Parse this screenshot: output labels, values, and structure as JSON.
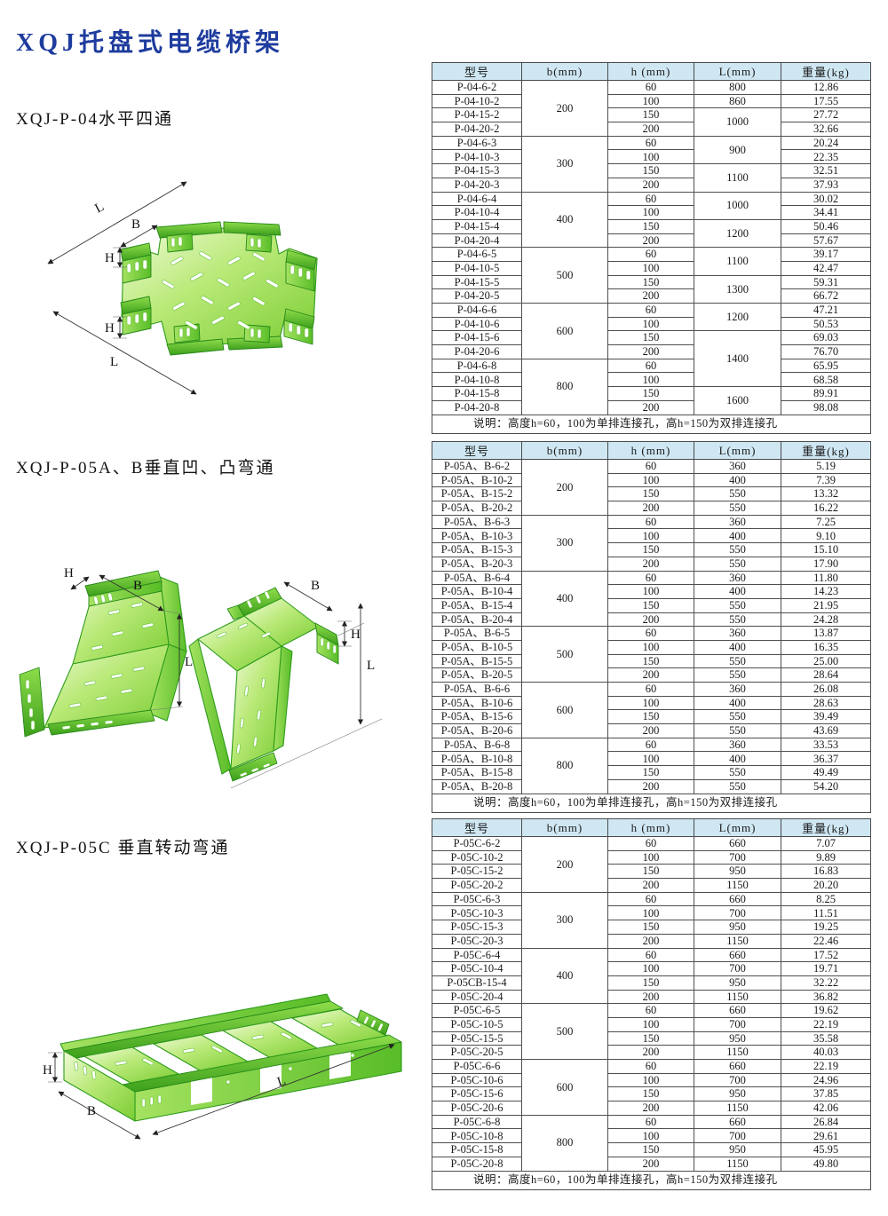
{
  "title": "XQJ托盘式电缆桥架",
  "title_color": "#1e3c9e",
  "header_bg": "#cfe7f3",
  "tray_green": "#8ad43f",
  "sections": [
    {
      "heading": "XQJ-P-04水平四通",
      "illustration": "horizontal-four-way-cross-tray",
      "dims": {
        "l_top": "L",
        "b": "B",
        "h_upper": "H",
        "h_lower": "H",
        "l_bottom": "L"
      }
    },
    {
      "heading": "XQJ-P-05A、B垂直凹、凸弯通",
      "illustration": "vertical-concave-and-convex-elbow-trays",
      "dims": {
        "left_h": "H",
        "left_b": "B",
        "left_l": "L",
        "right_b": "B",
        "right_h": "H",
        "right_l": "L"
      }
    },
    {
      "heading": "XQJ-P-05C 垂直转动弯通",
      "illustration": "vertical-turning-elbow-tray",
      "dims": {
        "h": "H",
        "b": "B",
        "l": "L"
      }
    }
  ],
  "tables": [
    {
      "id": "p04",
      "headers": [
        "型号",
        "b(mm)",
        "h (mm)",
        "L(mm)",
        "重量(kg)"
      ],
      "rows": [
        [
          "P-04-6-2",
          {
            "t": "200",
            "rs": 4
          },
          "60",
          "800",
          "12.86"
        ],
        [
          "P-04-10-2",
          "100",
          "860",
          "17.55"
        ],
        [
          "P-04-15-2",
          "150",
          {
            "t": "1000",
            "rs": 2
          },
          "27.72"
        ],
        [
          "P-04-20-2",
          "200",
          "32.66"
        ],
        [
          "P-04-6-3",
          {
            "t": "300",
            "rs": 4
          },
          "60",
          {
            "t": "900",
            "rs": 2
          },
          "20.24"
        ],
        [
          "P-04-10-3",
          "100",
          "22.35"
        ],
        [
          "P-04-15-3",
          "150",
          {
            "t": "1100",
            "rs": 2
          },
          "32.51"
        ],
        [
          "P-04-20-3",
          "200",
          "37.93"
        ],
        [
          "P-04-6-4",
          {
            "t": "400",
            "rs": 4
          },
          "60",
          {
            "t": "1000",
            "rs": 2
          },
          "30.02"
        ],
        [
          "P-04-10-4",
          "100",
          "34.41"
        ],
        [
          "P-04-15-4",
          "150",
          {
            "t": "1200",
            "rs": 2
          },
          "50.46"
        ],
        [
          "P-04-20-4",
          "200",
          "57.67"
        ],
        [
          "P-04-6-5",
          {
            "t": "500",
            "rs": 4
          },
          "60",
          {
            "t": "1100",
            "rs": 2
          },
          "39.17"
        ],
        [
          "P-04-10-5",
          "100",
          "42.47"
        ],
        [
          "P-04-15-5",
          "150",
          {
            "t": "1300",
            "rs": 2
          },
          "59.31"
        ],
        [
          "P-04-20-5",
          "200",
          "66.72"
        ],
        [
          "P-04-6-6",
          {
            "t": "600",
            "rs": 4
          },
          "60",
          {
            "t": "1200",
            "rs": 2
          },
          "47.21"
        ],
        [
          "P-04-10-6",
          "100",
          "50.53"
        ],
        [
          "P-04-15-6",
          "150",
          {
            "t": "1400",
            "rs": 4
          },
          "69.03"
        ],
        [
          "P-04-20-6",
          "200",
          "76.70"
        ],
        [
          "P-04-6-8",
          {
            "t": "800",
            "rs": 4
          },
          "60",
          "65.95"
        ],
        [
          "P-04-10-8",
          "100",
          "68.58"
        ],
        [
          "P-04-15-8",
          "150",
          {
            "t": "1600",
            "rs": 2
          },
          "89.91"
        ],
        [
          "P-04-20-8",
          "200",
          "98.08"
        ]
      ],
      "note": "说明：高度h=60，100为单排连接孔，高h=150为双排连接孔"
    },
    {
      "id": "p05ab",
      "headers": [
        "型号",
        "b(mm)",
        "h (mm)",
        "L(mm)",
        "重量(kg)"
      ],
      "rows": [
        [
          "P-05A、B-6-2",
          {
            "t": "200",
            "rs": 4
          },
          "60",
          "360",
          "5.19"
        ],
        [
          "P-05A、B-10-2",
          "100",
          "400",
          "7.39"
        ],
        [
          "P-05A、B-15-2",
          "150",
          "550",
          "13.32"
        ],
        [
          "P-05A、B-20-2",
          "200",
          "550",
          "16.22"
        ],
        [
          "P-05A、B-6-3",
          {
            "t": "300",
            "rs": 4
          },
          "60",
          "360",
          "7.25"
        ],
        [
          "P-05A、B-10-3",
          "100",
          "400",
          "9.10"
        ],
        [
          "P-05A、B-15-3",
          "150",
          "550",
          "15.10"
        ],
        [
          "P-05A、B-20-3",
          "200",
          "550",
          "17.90"
        ],
        [
          "P-05A、B-6-4",
          {
            "t": "400",
            "rs": 4
          },
          "60",
          "360",
          "11.80"
        ],
        [
          "P-05A、B-10-4",
          "100",
          "400",
          "14.23"
        ],
        [
          "P-05A、B-15-4",
          "150",
          "550",
          "21.95"
        ],
        [
          "P-05A、B-20-4",
          "200",
          "550",
          "24.28"
        ],
        [
          "P-05A、B-6-5",
          {
            "t": "500",
            "rs": 4
          },
          "60",
          "360",
          "13.87"
        ],
        [
          "P-05A、B-10-5",
          "100",
          "400",
          "16.35"
        ],
        [
          "P-05A、B-15-5",
          "150",
          "550",
          "25.00"
        ],
        [
          "P-05A、B-20-5",
          "200",
          "550",
          "28.64"
        ],
        [
          "P-05A、B-6-6",
          {
            "t": "600",
            "rs": 4
          },
          "60",
          "360",
          "26.08"
        ],
        [
          "P-05A、B-10-6",
          "100",
          "400",
          "28.63"
        ],
        [
          "P-05A、B-15-6",
          "150",
          "550",
          "39.49"
        ],
        [
          "P-05A、B-20-6",
          "200",
          "550",
          "43.69"
        ],
        [
          "P-05A、B-6-8",
          {
            "t": "800",
            "rs": 4
          },
          "60",
          "360",
          "33.53"
        ],
        [
          "P-05A、B-10-8",
          "100",
          "400",
          "36.37"
        ],
        [
          "P-05A、B-15-8",
          "150",
          "550",
          "49.49"
        ],
        [
          "P-05A、B-20-8",
          "200",
          "550",
          "54.20"
        ]
      ],
      "note": "说明：高度h=60，100为单排连接孔，高h=150为双排连接孔"
    },
    {
      "id": "p05c",
      "headers": [
        "型号",
        "b(mm)",
        "h (mm)",
        "L(mm)",
        "重量(kg)"
      ],
      "rows": [
        [
          "P-05C-6-2",
          {
            "t": "200",
            "rs": 4
          },
          "60",
          "660",
          "7.07"
        ],
        [
          "P-05C-10-2",
          "100",
          "700",
          "9.89"
        ],
        [
          "P-05C-15-2",
          "150",
          "950",
          "16.83"
        ],
        [
          "P-05C-20-2",
          "200",
          "1150",
          "20.20"
        ],
        [
          "P-05C-6-3",
          {
            "t": "300",
            "rs": 4
          },
          "60",
          "660",
          "8.25"
        ],
        [
          "P-05C-10-3",
          "100",
          "700",
          "11.51"
        ],
        [
          "P-05C-15-3",
          "150",
          "950",
          "19.25"
        ],
        [
          "P-05C-20-3",
          "200",
          "1150",
          "22.46"
        ],
        [
          "P-05C-6-4",
          {
            "t": "400",
            "rs": 4
          },
          "60",
          "660",
          "17.52"
        ],
        [
          "P-05C-10-4",
          "100",
          "700",
          "19.71"
        ],
        [
          "P-05CB-15-4",
          "150",
          "950",
          "32.22"
        ],
        [
          "P-05C-20-4",
          "200",
          "1150",
          "36.82"
        ],
        [
          "P-05C-6-5",
          {
            "t": "500",
            "rs": 4
          },
          "60",
          "660",
          "19.62"
        ],
        [
          "P-05C-10-5",
          "100",
          "700",
          "22.19"
        ],
        [
          "P-05C-15-5",
          "150",
          "950",
          "35.58"
        ],
        [
          "P-05C-20-5",
          "200",
          "1150",
          "40.03"
        ],
        [
          "P-05C-6-6",
          {
            "t": "600",
            "rs": 4
          },
          "60",
          "660",
          "22.19"
        ],
        [
          "P-05C-10-6",
          "100",
          "700",
          "24.96"
        ],
        [
          "P-05C-15-6",
          "150",
          "950",
          "37.85"
        ],
        [
          "P-05C-20-6",
          "200",
          "1150",
          "42.06"
        ],
        [
          "P-05C-6-8",
          {
            "t": "800",
            "rs": 4
          },
          "60",
          "660",
          "26.84"
        ],
        [
          "P-05C-10-8",
          "100",
          "700",
          "29.61"
        ],
        [
          "P-05C-15-8",
          "150",
          "950",
          "45.95"
        ],
        [
          "P-05C-20-8",
          "200",
          "1150",
          "49.80"
        ]
      ],
      "note": "说明：高度h=60，100为单排连接孔，高h=150为双排连接孔"
    }
  ]
}
